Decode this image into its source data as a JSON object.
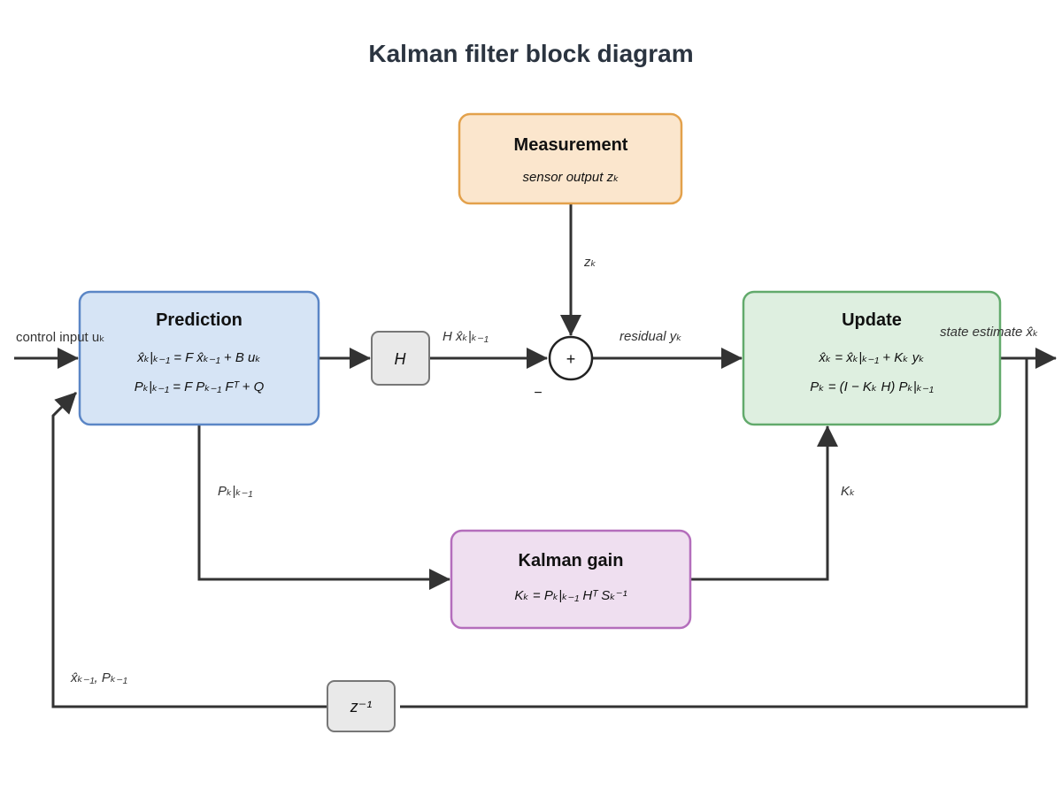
{
  "title": "Kalman filter block diagram",
  "colors": {
    "prediction_fill": "#d6e4f5",
    "prediction_stroke": "#5b86c6",
    "measurement_fill": "#fbe6cd",
    "measurement_stroke": "#e3a14b",
    "update_fill": "#deefe0",
    "update_stroke": "#62aa6c",
    "gain_fill": "#efdff0",
    "gain_stroke": "#b46ebc",
    "operator_fill": "#e9e9e9",
    "operator_stroke": "#777777",
    "wire": "#333333"
  },
  "blocks": {
    "prediction": {
      "title": "Prediction",
      "eq1": "x̂ₖ|ₖ₋₁ = F x̂ₖ₋₁ + B uₖ",
      "eq2": "Pₖ|ₖ₋₁ = F Pₖ₋₁ Fᵀ + Q"
    },
    "measurement": {
      "title": "Measurement",
      "subtitle": "sensor output zₖ"
    },
    "update": {
      "title": "Update",
      "eq1": "x̂ₖ = x̂ₖ|ₖ₋₁ + Kₖ yₖ",
      "eq2": "Pₖ = (I − Kₖ H) Pₖ|ₖ₋₁"
    },
    "gain": {
      "title": "Kalman gain",
      "eq1": "Kₖ = Pₖ|ₖ₋₁ Hᵀ Sₖ⁻¹"
    },
    "h_operator": {
      "label": "H"
    },
    "delay": {
      "label": "z⁻¹"
    },
    "summing_junction": {
      "symbol": "+",
      "minus_sign": "−"
    }
  },
  "edges": {
    "control_input": "control input uₖ",
    "h_output": "H x̂ₖ|ₖ₋₁",
    "measurement_out": "zₖ",
    "residual": "residual yₖ",
    "state_estimate": "state estimate x̂ₖ",
    "covariance": "Pₖ|ₖ₋₁",
    "gain_out": "Kₖ",
    "feedback": "x̂ₖ₋₁, Pₖ₋₁"
  }
}
